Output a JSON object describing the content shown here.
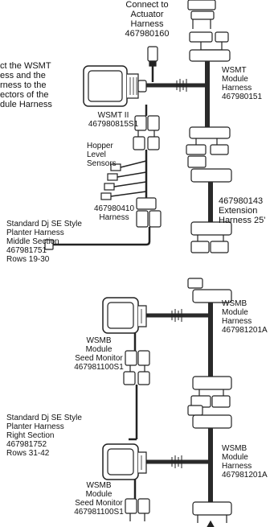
{
  "labels": {
    "connect_actuator": "Connect to\nActuator\nHarness\n467980160",
    "instruction": "ct the WSMT\ness and the\nrness to the\nectors of the\ndule Harness",
    "wsmt_ii": "WSMT II\n467980815S1",
    "wsmt_module_harness": "WSMT\nModule\nHarness\n467980151",
    "hopper_level": "Hopper\nLevel\nSensors",
    "harness_467980410": "467980410\nHarness",
    "extension_harness": "467980143\nExtension\nHarness 25'",
    "middle_section": "Standard Dj SE Style\nPlanter Harness\nMiddle Section\n467981751\nRows 19-30",
    "wsmb_harness_1": "WSMB\nModule\nHarness\n467981201A",
    "wsmb_seed_monitor_1": "WSMB\nModule\nSeed Monitor\n467981100S1",
    "right_section": "Standard Dj SE Style\nPlanter Harness\nRight Section\n467981752\nRows 31-42",
    "wsmb_harness_2": "WSMB\nModule\nHarness\n467981201A",
    "wsmb_seed_monitor_2": "WSMB\nModule\nSeed Monitor\n467981100S1"
  },
  "colors": {
    "line": "#222222",
    "fill": "#ffffff",
    "harness": "#2a2a2a"
  }
}
